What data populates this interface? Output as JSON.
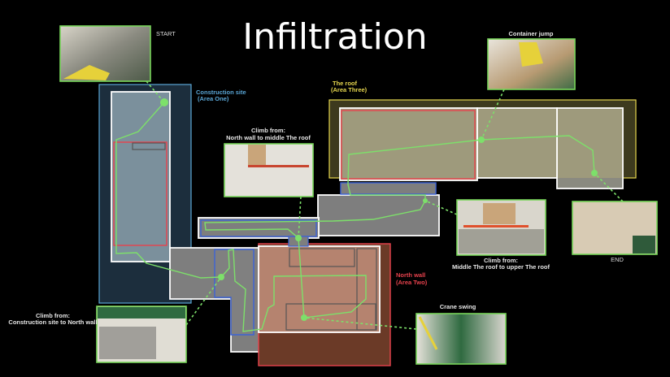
{
  "title": "Infiltration",
  "areas": {
    "one": {
      "name": "Construction site",
      "sub": "(Area One)",
      "color": "#5aa6d6"
    },
    "two": {
      "name": "North wall",
      "sub": "(Area Two)",
      "color": "#e8424d"
    },
    "three": {
      "name": "The roof",
      "sub": "(Area Three)",
      "color": "#e6d64e"
    }
  },
  "path_color": "#7de06a",
  "thumbnails": {
    "start": {
      "label": "START"
    },
    "end": {
      "label": "END"
    },
    "container": {
      "label": "Container jump"
    },
    "crane": {
      "label": "Crane swing"
    },
    "climb_north_roof": {
      "line1": "Climb from:",
      "line2": "North wall to middle The roof"
    },
    "climb_middle_upper": {
      "line1": "Climb from:",
      "line2": "Middle The roof to upper The roof"
    },
    "climb_construction_north": {
      "line1": "Climb from:",
      "line2": "Construction site to North wall"
    }
  }
}
